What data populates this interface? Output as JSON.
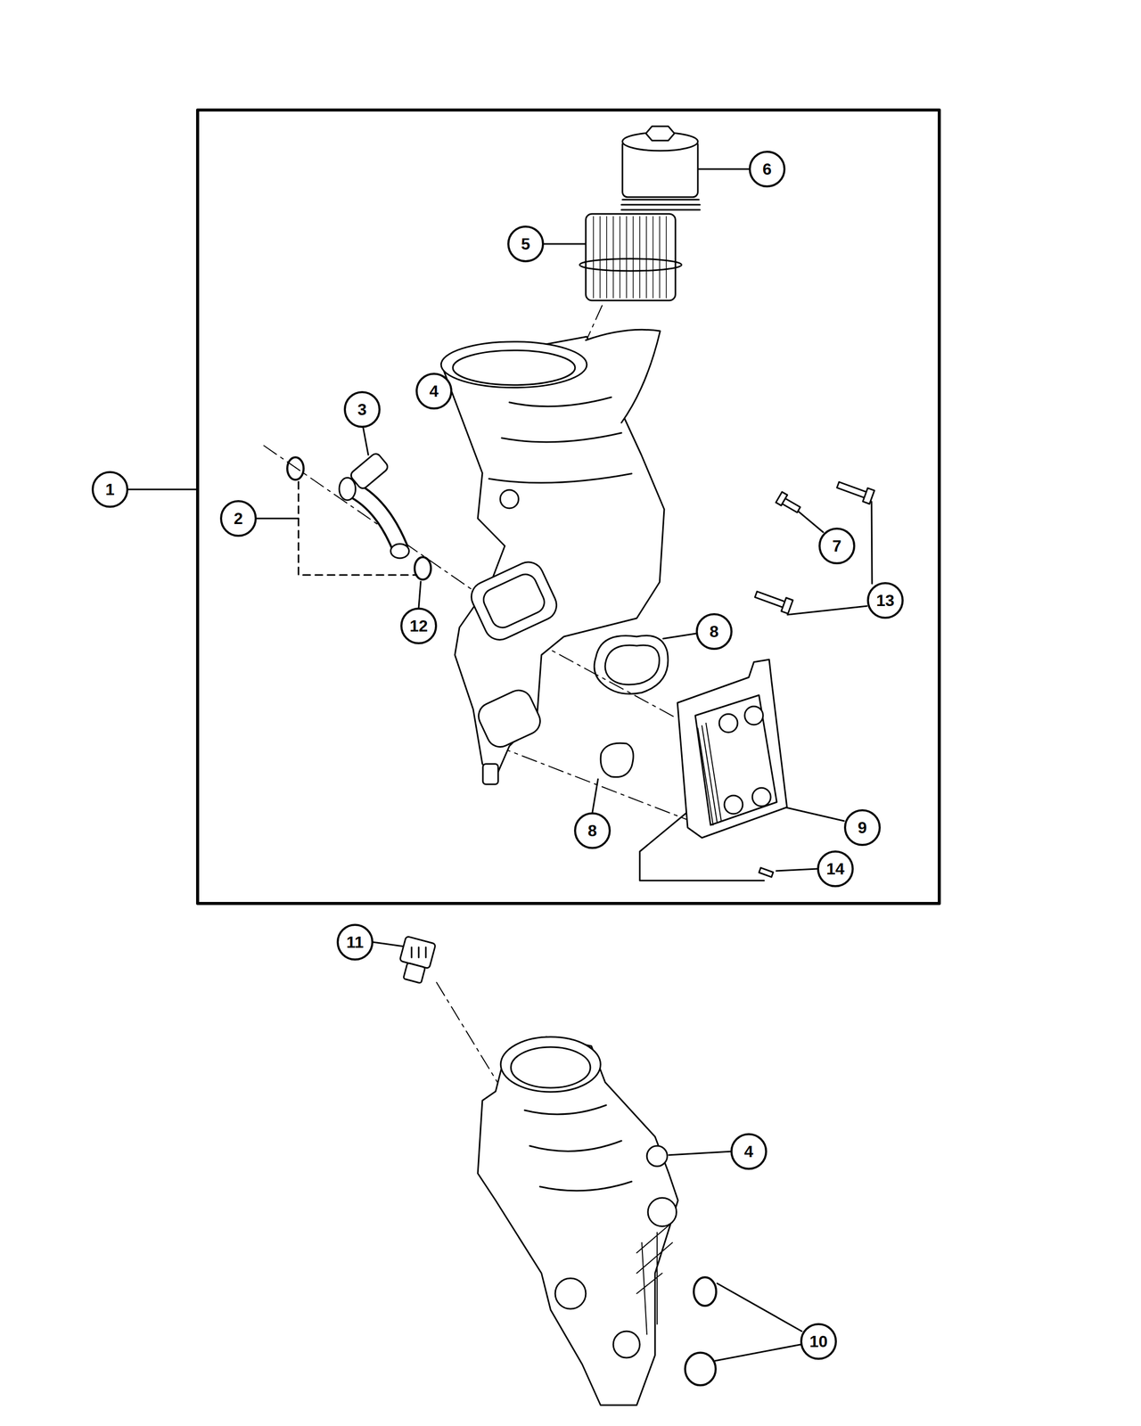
{
  "diagram": {
    "nodes": [
      {
        "text": [
          "6"
        ]
      },
      {
        "text": [
          "5"
        ]
      },
      {
        "text": [
          "4"
        ]
      },
      {
        "text": [
          "3"
        ]
      },
      {
        "text": [
          "1"
        ]
      },
      {
        "text": [
          "2"
        ]
      },
      {
        "text": [
          "7"
        ]
      },
      {
        "text": [
          "13"
        ]
      },
      {
        "text": [
          "12"
        ]
      },
      {
        "text": [
          "8"
        ]
      },
      {
        "text": [
          "9"
        ]
      },
      {
        "text": [
          "8"
        ]
      },
      {
        "text": [
          "14"
        ]
      },
      {
        "text": [
          "11"
        ]
      },
      {
        "text": [
          "4"
        ]
      },
      {
        "text": [
          "10"
        ]
      }
    ]
  }
}
